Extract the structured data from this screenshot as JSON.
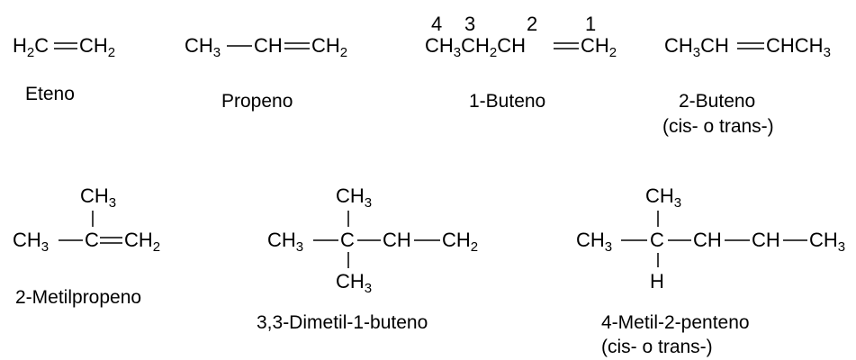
{
  "molecules": [
    {
      "formula": {
        "a": "H",
        "b": "2",
        "c": "C",
        "d": "CH",
        "e": "2"
      },
      "name": "Eteno"
    },
    {
      "formula": {
        "a": "CH",
        "b": "3",
        "c": "CH",
        "d": "CH",
        "e": "2"
      },
      "name": "Propeno"
    },
    {
      "numbers": [
        "4",
        "3",
        "2",
        "1"
      ],
      "formula": {
        "a": "CH",
        "b": "3",
        "c": "CH",
        "d": "2",
        "e": "CH",
        "f": "CH",
        "g": "2"
      },
      "name": "1-Buteno"
    },
    {
      "formula": {
        "a": "CH",
        "b": "3",
        "c": "CH",
        "d": "CHCH",
        "e": "3"
      },
      "name": "2-Buteno",
      "note": "(cis- o trans-)"
    },
    {
      "top": {
        "a": "CH",
        "b": "3"
      },
      "main": {
        "a": "CH",
        "b": "3",
        "c": "C",
        "d": "CH",
        "e": "2"
      },
      "name": "2-Metilpropeno"
    },
    {
      "top": {
        "a": "CH",
        "b": "3"
      },
      "bottom": {
        "a": "CH",
        "b": "3"
      },
      "main": {
        "a": "CH",
        "b": "3",
        "c": "C",
        "d": "CH",
        "e": "CH",
        "f": "2"
      },
      "name": "3,3-Dimetil-1-buteno"
    },
    {
      "top": {
        "a": "CH",
        "b": "3"
      },
      "bottom": {
        "a": "H"
      },
      "main": {
        "a": "CH",
        "b": "3",
        "c": "C",
        "d": "CH",
        "e": "CH",
        "f": "CH",
        "g": "3"
      },
      "name": "4-Metil-2-penteno",
      "note": "(cis- o trans-)"
    }
  ]
}
